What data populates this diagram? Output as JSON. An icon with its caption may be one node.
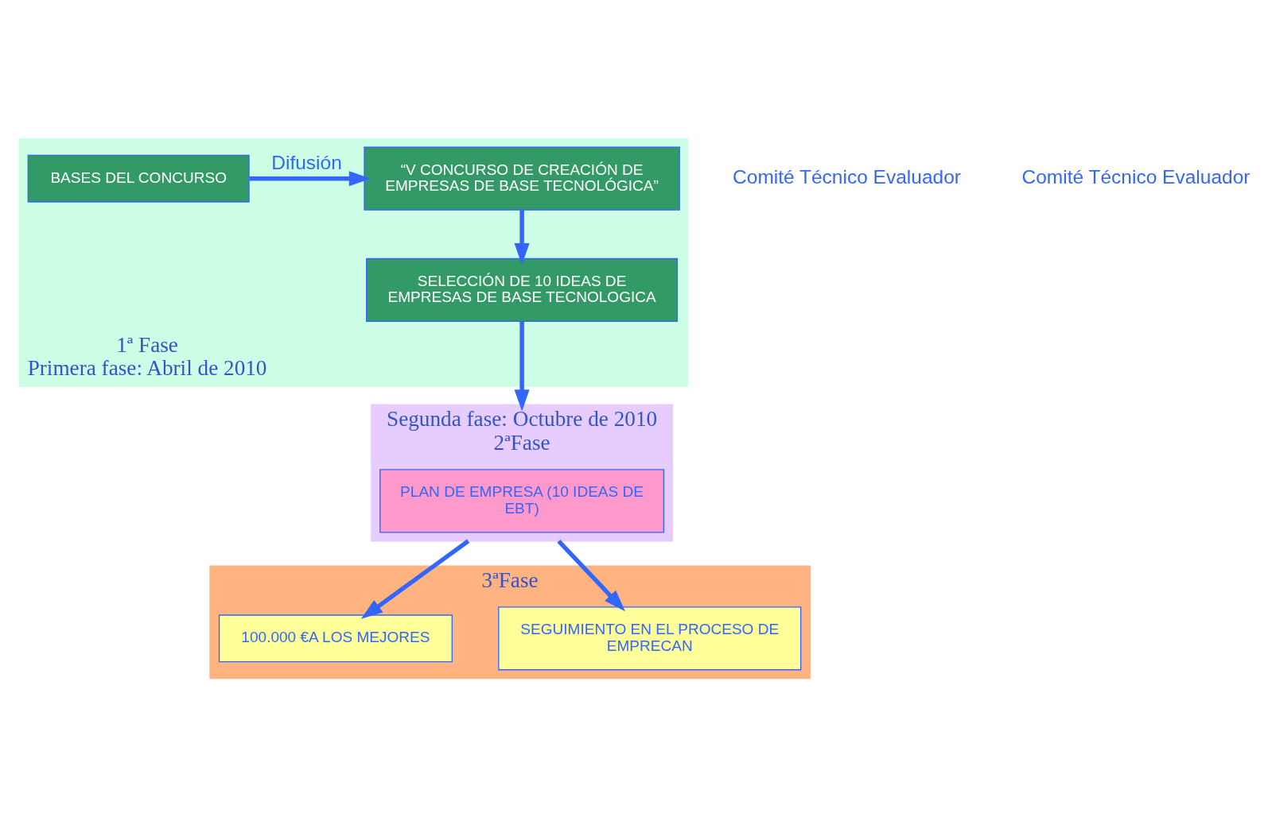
{
  "diagram": {
    "nodes": [
      {
        "text": [
          "1ª Fase",
          "Primera fase: Abril de 2010"
        ]
      },
      {
        "text": [
          "BASES DEL CONCURSO"
        ],
        "in": 0
      },
      {
        "text": [
          "“V CONCURSO DE CREACIÓN DE EMPRESAS DE BASE TECNOLÓGICA”"
        ],
        "in": 0
      },
      {
        "text": [
          "SELECCIÓN DE 10 IDEAS DE EMPRESAS DE BASE TECNOLOGICA"
        ],
        "in": 0
      },
      {
        "text": [
          "Segunda fase: Octubre de 2010",
          "2ªFase"
        ]
      },
      {
        "text": [
          "PLAN DE EMPRESA (10 IDEAS DE EBT)"
        ],
        "in": 4
      },
      {
        "text": [
          "3ªFase"
        ]
      },
      {
        "text": [
          "100.000 €A LOS MEJORES"
        ],
        "in": 6
      },
      {
        "text": [
          "SEGUIMIENTO EN EL PROCESO DE EMPRECAN"
        ],
        "in": 6
      }
    ],
    "edges": [
      {
        "from": 1,
        "to": 2,
        "arrow": "to",
        "label": "Difusión"
      },
      {
        "from": 2,
        "to": 3,
        "arrow": "to"
      },
      {
        "from": 3,
        "to": 4,
        "arrow": "to"
      },
      {
        "from": 4,
        "to": 7,
        "arrow": "to"
      },
      {
        "from": 4,
        "to": 8,
        "arrow": "to"
      }
    ],
    "labels": [
      "Comité Técnico Evaluador",
      "Comité Técnico Evaluador"
    ]
  }
}
